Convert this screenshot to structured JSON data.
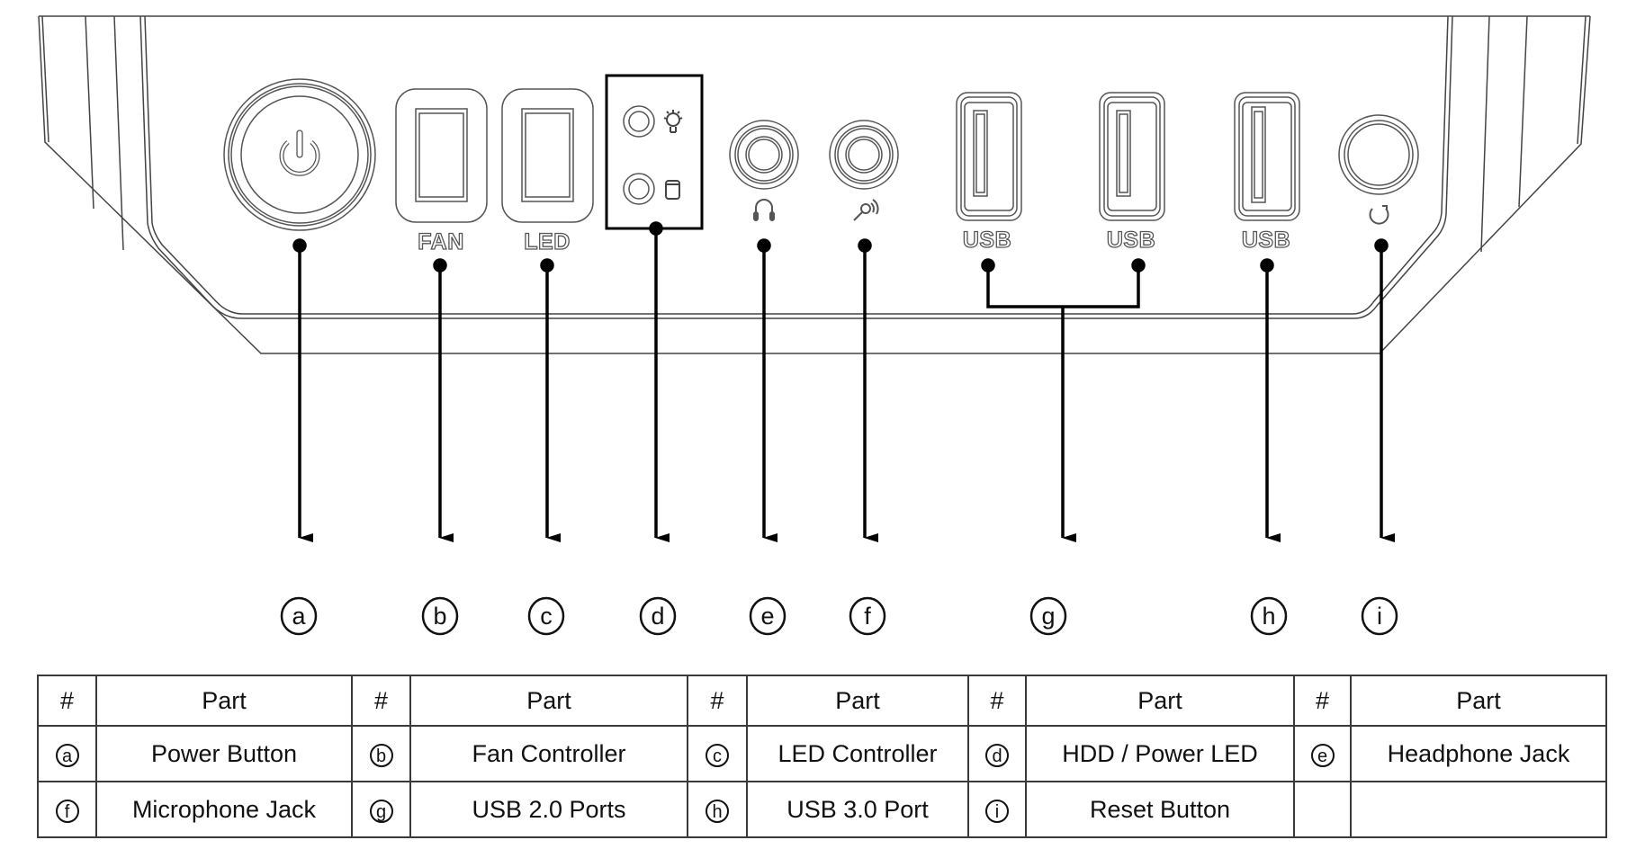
{
  "title": "Front I/O Panel Parts",
  "panel": {
    "labels": {
      "fan": "FAN",
      "led": "LED",
      "usb1": "USB",
      "usb2": "USB",
      "usb3": "USB"
    }
  },
  "callouts": [
    {
      "id": "a",
      "target": "power-button"
    },
    {
      "id": "b",
      "target": "fan-controller"
    },
    {
      "id": "c",
      "target": "led-controller"
    },
    {
      "id": "d",
      "target": "hdd-power-led"
    },
    {
      "id": "e",
      "target": "headphone-jack"
    },
    {
      "id": "f",
      "target": "microphone-jack"
    },
    {
      "id": "g",
      "target": "usb-2-ports"
    },
    {
      "id": "h",
      "target": "usb-3-port"
    },
    {
      "id": "i",
      "target": "reset-button"
    }
  ],
  "table": {
    "headers": [
      "#",
      "Part",
      "#",
      "Part",
      "#",
      "Part",
      "#",
      "Part",
      "#",
      "Part"
    ],
    "rows": [
      [
        {
          "id": "a",
          "part": "Power Button"
        },
        {
          "id": "b",
          "part": "Fan Controller"
        },
        {
          "id": "c",
          "part": "LED Controller"
        },
        {
          "id": "d",
          "part": "HDD / Power LED"
        },
        {
          "id": "e",
          "part": "Headphone Jack"
        }
      ],
      [
        {
          "id": "f",
          "part": "Microphone Jack"
        },
        {
          "id": "g",
          "part": "USB 2.0 Ports"
        },
        {
          "id": "h",
          "part": "USB 3.0 Port"
        },
        {
          "id": "i",
          "part": "Reset Button"
        },
        {
          "id": "",
          "part": ""
        }
      ]
    ]
  }
}
